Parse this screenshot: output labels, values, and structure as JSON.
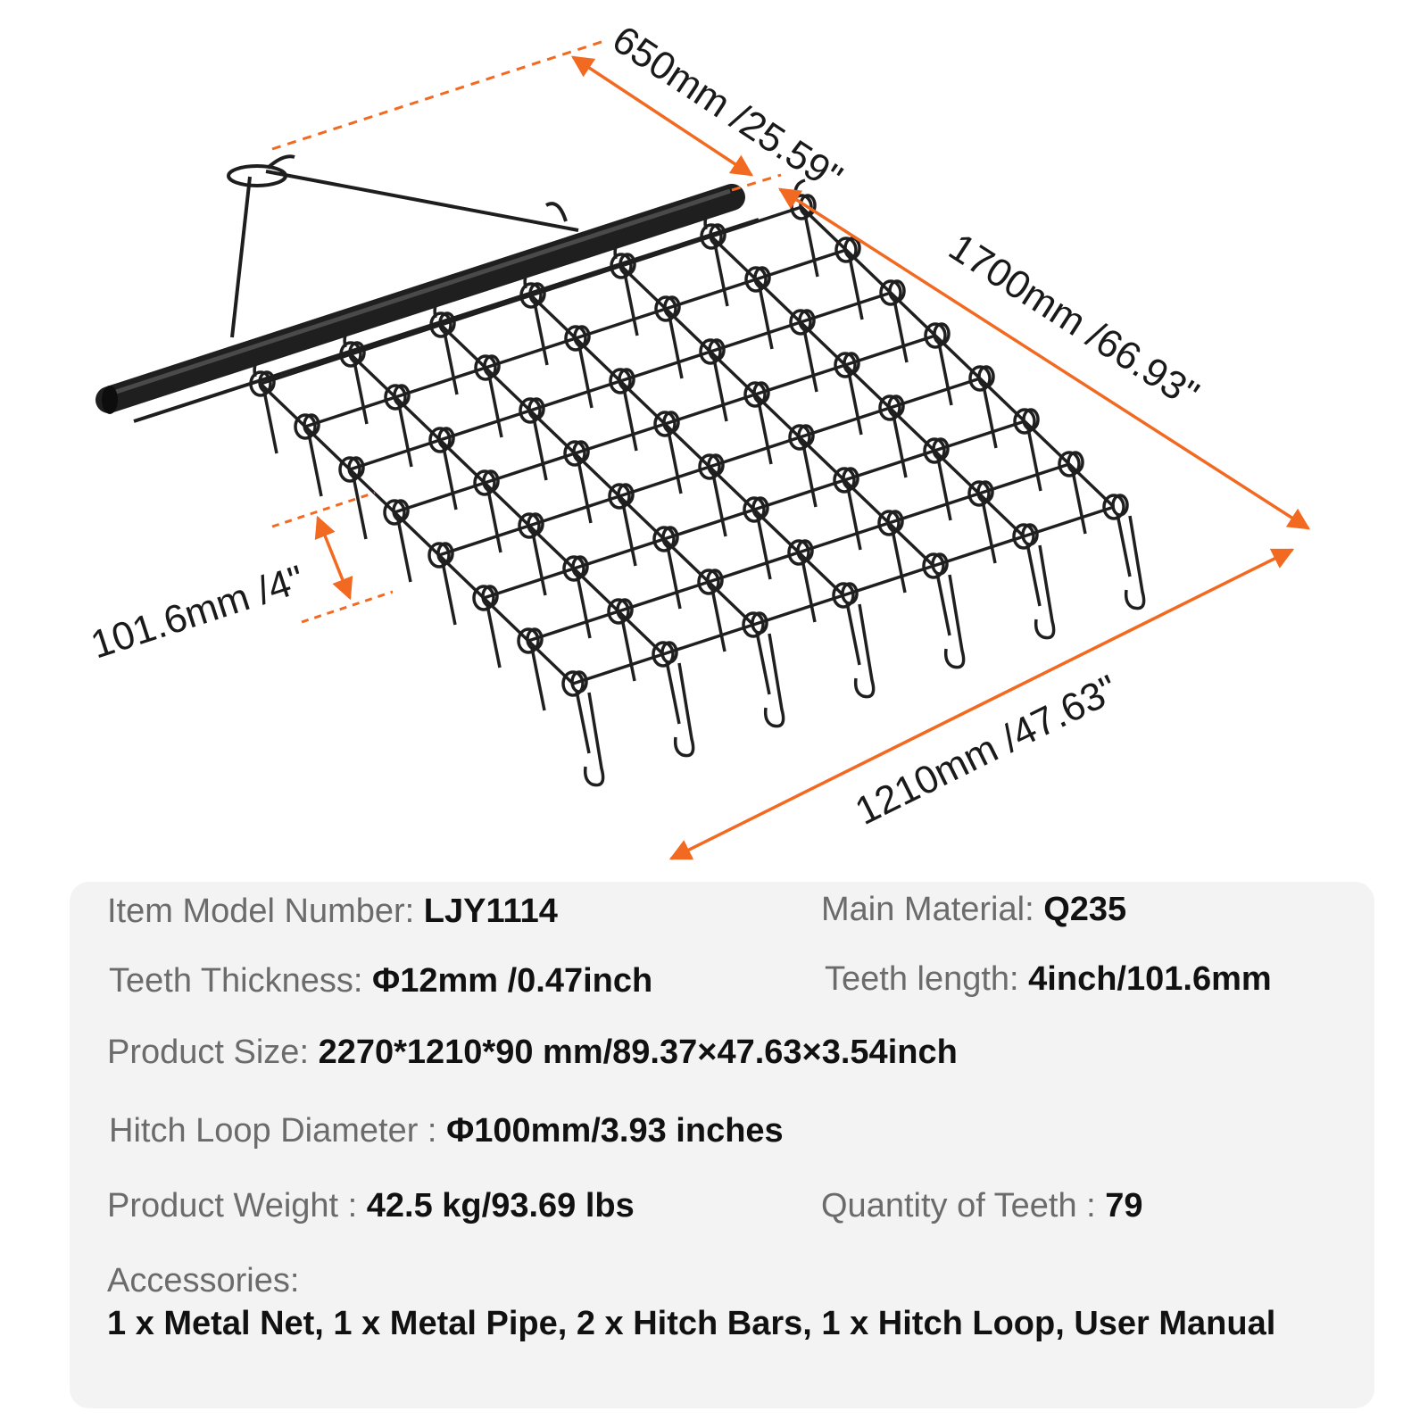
{
  "dimensions": {
    "top_width": "650mm /25.59\"",
    "length": "1700mm /66.93\"",
    "depth": "1210mm /47.63\"",
    "tooth_length": "101.6mm /4\""
  },
  "accent_color": "#f26a21",
  "specs": {
    "model": {
      "label": "Item Model Number: ",
      "value": "LJY1114"
    },
    "material": {
      "label": "Main Material: ",
      "value": "Q235"
    },
    "thickness": {
      "label": "Teeth Thickness: ",
      "value": "Φ12mm /0.47inch"
    },
    "teeth_length": {
      "label": "Teeth length: ",
      "value": "4inch/101.6mm"
    },
    "size": {
      "label": "Product Size: ",
      "value": "2270*1210*90 mm/89.37×47.63×3.54inch"
    },
    "hitch_loop": {
      "label": "Hitch Loop Diameter : ",
      "value": "Φ100mm/3.93 inches"
    },
    "weight": {
      "label": "Product Weight : ",
      "value": "42.5  kg/93.69 lbs"
    },
    "quantity": {
      "label": "Quantity of Teeth : ",
      "value": "79"
    },
    "accessories": {
      "label": "Accessories:",
      "value": "1 x Metal Net, 1 x Metal Pipe, 2 x Hitch Bars, 1 x Hitch Loop, User Manual"
    }
  }
}
